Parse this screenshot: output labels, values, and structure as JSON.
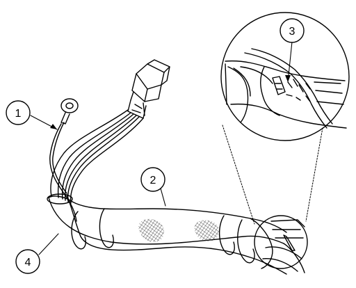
{
  "callouts": [
    {
      "id": "1",
      "label": "1"
    },
    {
      "id": "2",
      "label": "2"
    },
    {
      "id": "3",
      "label": "3"
    },
    {
      "id": "4",
      "label": "4"
    }
  ],
  "colors": {
    "line": "#000000",
    "background": "#ffffff",
    "mesh": "#4a4a4a"
  }
}
